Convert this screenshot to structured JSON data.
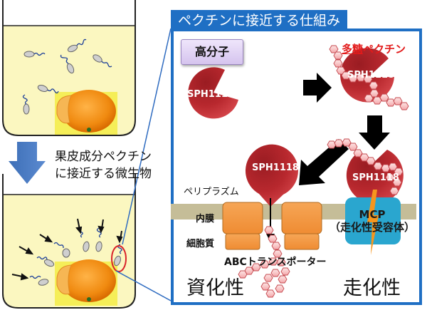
{
  "figure": {
    "panel_title": "ペクチンに接近する仕組み",
    "high_molecular_label": "高分子",
    "polysaccharide_label_underlined": "多糖",
    "polysaccharide_label_rest": "ペクチン",
    "enzyme_label": "SPH1118",
    "periplasm_label": "ペリプラズム",
    "inner_membrane_label": "内膜",
    "cytoplasm_label": "細胞質",
    "transporter_label": "ABCトランスポーター",
    "mcp_label": "MCP",
    "mcp_sublabel": "（走化性受容体）",
    "assimilation_label": "資化性",
    "chemotaxis_label": "走化性",
    "description_line1": "果皮成分ペクチン",
    "description_line2": "に接近する微生物"
  },
  "colors": {
    "accent_blue": "#1f6fc4",
    "enzyme_red": "#b8282e",
    "polysaccharide_red": "#e21b1b",
    "transporter_orange": "#f39a45",
    "mcp_cyan": "#2aa6cf",
    "membrane_tan": "#c5bd98",
    "medium_yellow": "#fbf7c0"
  }
}
